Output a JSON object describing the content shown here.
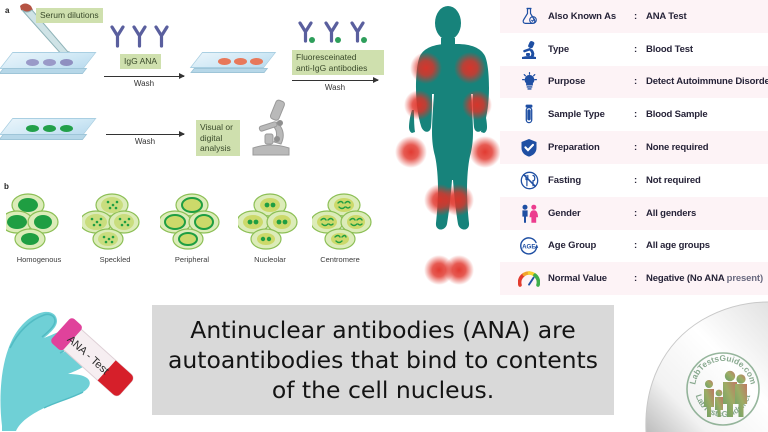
{
  "diagram": {
    "panel_a_letter": "a",
    "panel_b_letter": "b",
    "labels": {
      "serum_dilutions": "Serum dilutions",
      "igg_ana": "IgG ANA",
      "fluoresceinated": "Fluoresceinated\nanti-IgG antibodies",
      "visual_analysis": "Visual or\ndigital\nanalysis",
      "wash_1": "Wash",
      "wash_2": "Wash",
      "wash_3": "Wash"
    },
    "patterns": [
      {
        "name": "Homogenous"
      },
      {
        "name": "Speckled"
      },
      {
        "name": "Peripheral"
      },
      {
        "name": "Nucleolar"
      },
      {
        "name": "Centromere"
      }
    ]
  },
  "body_figure": {
    "silhouette_color": "#17837B",
    "pain_marker_color": "#E03127",
    "marker_count": 10
  },
  "info_panel": {
    "colon": ":",
    "rows": [
      {
        "icon": "flask-icon",
        "key": "Also Known As",
        "value": "ANA Test"
      },
      {
        "icon": "microscope-icon",
        "key": "Type",
        "value": "Blood Test"
      },
      {
        "icon": "lightbulb-icon",
        "key": "Purpose",
        "value": "Detect Autoimmune Disorders"
      },
      {
        "icon": "test-tube-icon",
        "key": "Sample Type",
        "value": "Blood Sample"
      },
      {
        "icon": "shield-check-icon",
        "key": "Preparation",
        "value": "None required"
      },
      {
        "icon": "no-food-icon",
        "key": "Fasting",
        "value": "Not required"
      },
      {
        "icon": "gender-icon",
        "key": "Gender",
        "value": "All genders"
      },
      {
        "icon": "age-badge-icon",
        "key": "Age Group",
        "value": "All age groups"
      },
      {
        "icon": "gauge-icon",
        "key": "Normal Value",
        "value_bold": "Negative (No ANA",
        "value_soft": " present)"
      }
    ]
  },
  "photo": {
    "tube_label": "ANA - Test",
    "glove_color": "#6FD0D6",
    "blood_color": "#D61F2A",
    "cap_color": "#E0429B"
  },
  "caption": {
    "text": "Antinuclear antibodies (ANA) are autoantibodies that bind to contents of the cell nucleus.",
    "background": "#d9d9d9"
  },
  "watermark": {
    "top_text": "LabTestsGuide.com",
    "bottom_text": "LabTestsGuide.net"
  }
}
